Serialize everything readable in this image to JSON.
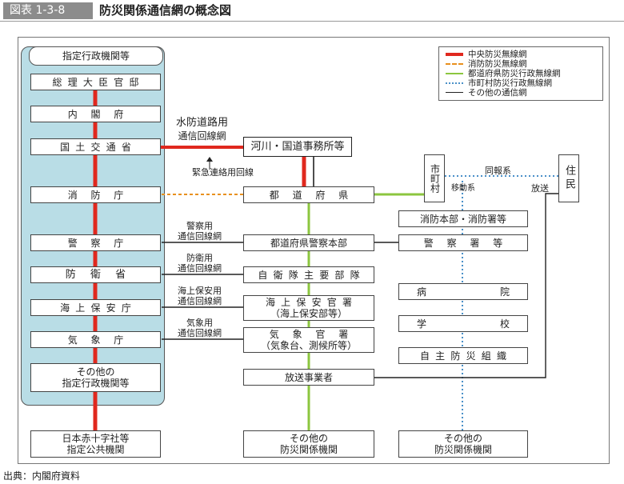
{
  "header": {
    "figure_no": "図表 1-3-8",
    "title": "防災関係通信網の概念図"
  },
  "legend": {
    "items": [
      {
        "label": "中央防災無線網",
        "color": "#e0281e",
        "style": "solid-thick"
      },
      {
        "label": "消防防災無線網",
        "color": "#e8901e",
        "style": "dashed"
      },
      {
        "label": "都道府県防災行政無線網",
        "color": "#8cc63f",
        "style": "solid"
      },
      {
        "label": "市町村防災行政無線網",
        "color": "#4a90c8",
        "style": "dotted"
      },
      {
        "label": "その他の通信網",
        "color": "#222222",
        "style": "solid-thin"
      }
    ]
  },
  "agencies": {
    "group_title": "指定行政機関等",
    "items": [
      "総理大臣官邸",
      "内閣府",
      "国土交通省",
      "消防庁",
      "警察庁",
      "防衛省",
      "海上保安庁",
      "気象庁"
    ],
    "other": [
      "その他の",
      "指定行政機関等"
    ],
    "red_cross": [
      "日本赤十字社等",
      "指定公共機関"
    ]
  },
  "center": {
    "river_office": "河川・国道事務所等",
    "prefecture": "都道府県",
    "police_hq": "都道府県警察本部",
    "sdf_hq": "自衛隊主要部隊",
    "coast_guard": [
      "海上保安官署",
      "（海上保安部等）"
    ],
    "met_office": [
      "気象官署",
      "（気象台、測候所等）"
    ],
    "broadcaster": "放送事業者",
    "other": [
      "その他の",
      "防災関係機関"
    ]
  },
  "right": {
    "municipality": "市町村",
    "residents": "住民",
    "fire_dept": "消防本部・消防署等",
    "police_station": "警察署等",
    "hospital": [
      "病",
      "院"
    ],
    "school": [
      "学",
      "校"
    ],
    "volunteer": "自主防災組織",
    "other": [
      "その他の",
      "防災関係機関"
    ]
  },
  "labels": {
    "flood_line": [
      "水防道路用",
      "通信回線網"
    ],
    "emergency_line": "緊急連絡用回線",
    "police_line": [
      "警察用",
      "通信回線網"
    ],
    "defense_line": [
      "防衛用",
      "通信回線網"
    ],
    "coast_line": [
      "海上保安用",
      "通信回線網"
    ],
    "weather_line": [
      "気象用",
      "通信回線網"
    ],
    "broadcast_alert": "同報系",
    "mobile": "移動系",
    "broadcast": "放送"
  },
  "source": "出典：内閣府資料"
}
